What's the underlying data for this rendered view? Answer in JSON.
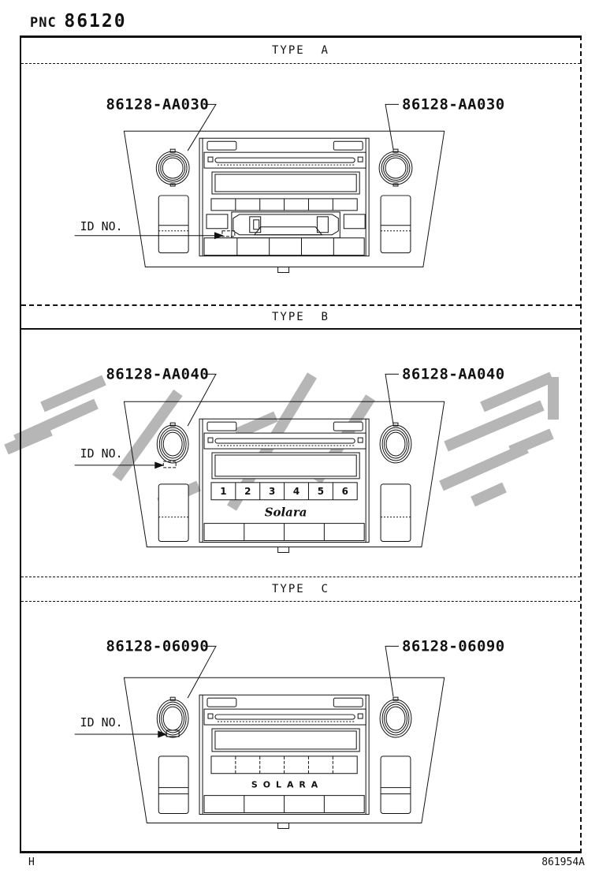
{
  "header": {
    "pnc_label": "PNC",
    "pnc_value": "86120"
  },
  "footer": {
    "left": "H",
    "right": "861954A"
  },
  "sections": [
    {
      "id": "A",
      "type_label": "TYPE  A",
      "part_number_left": "86128-AA030",
      "part_number_right": "86128-AA030",
      "id_no_label": "ID NO.",
      "variant": "cassette-radio"
    },
    {
      "id": "B",
      "type_label": "TYPE  B",
      "part_number_left": "86128-AA040",
      "part_number_right": "86128-AA040",
      "id_no_label": "ID NO.",
      "variant": "cd-radio-with-numbered-presets",
      "preset_buttons": [
        "1",
        "2",
        "3",
        "4",
        "5",
        "6"
      ],
      "brand_text": "Solara"
    },
    {
      "id": "C",
      "type_label": "TYPE  C",
      "part_number_left": "86128-06090",
      "part_number_right": "86128-06090",
      "id_no_label": "ID NO.",
      "variant": "cd-radio",
      "brand_text": "SOLARA"
    }
  ],
  "colors": {
    "line": "#111111",
    "watermark": "#b6b6b6",
    "background": "#ffffff"
  }
}
